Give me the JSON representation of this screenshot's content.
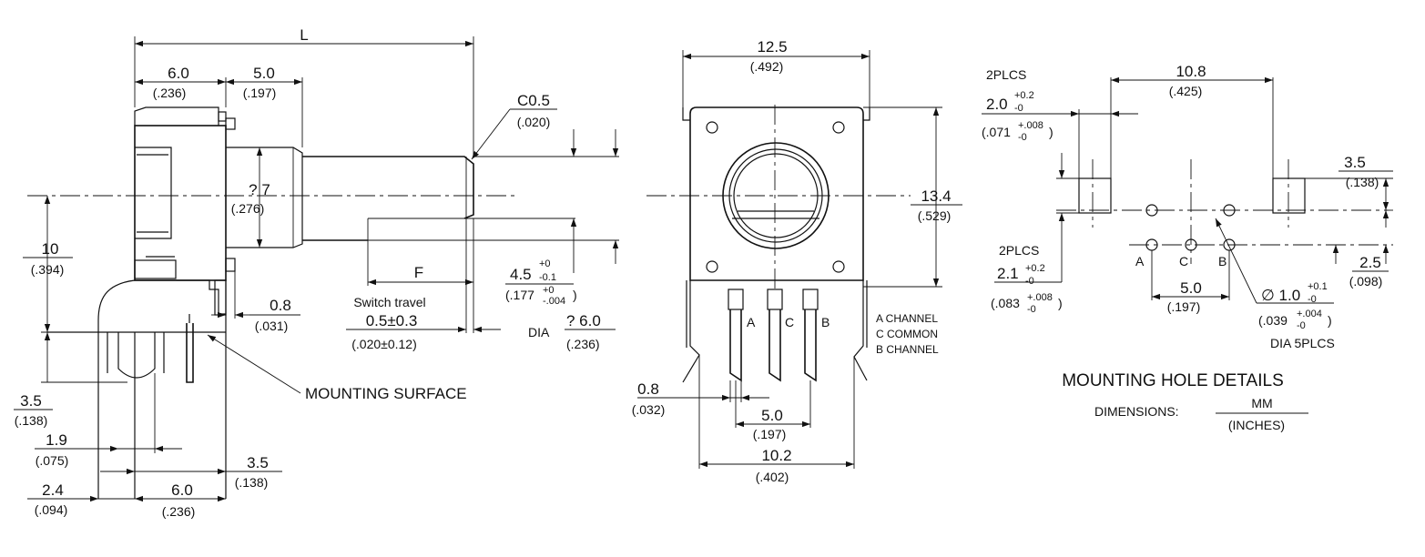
{
  "side_view": {
    "L": "L",
    "d6_0_top": "6.0",
    "d6_0_top_in": "(.236)",
    "d5_0_top": "5.0",
    "d5_0_top_in": "(.197)",
    "c0_5": "C0.5",
    "c0_5_in": "(.020)",
    "shaft_dia": "? 7",
    "shaft_dia_in": "(.276)",
    "d10": "10",
    "d10_in": "(.394)",
    "d0_8": "0.8",
    "d0_8_in": "(.031)",
    "F": "F",
    "switch_travel": "Switch travel",
    "travel": "0.5±0.3",
    "travel_in": "(.020±0.12)",
    "d4_5": "4.5",
    "d4_5_sup": "+0",
    "d4_5_sub": "-0.1",
    "d4_5_in": "(.177",
    "d4_5_in_sup": "+0",
    "d4_5_in_sub": "-.004",
    "d4_5_in_close": ")",
    "dia_label": "DIA",
    "dia6_0": "? 6.0",
    "dia6_0_in": "(.236)",
    "mounting_surface": "MOUNTING SURFACE",
    "d3_5_left": "3.5",
    "d3_5_left_in": "(.138)",
    "d1_9": "1.9",
    "d1_9_in": "(.075)",
    "d2_4": "2.4",
    "d2_4_in": "(.094)",
    "d6_0_bot": "6.0",
    "d6_0_bot_in": "(.236)",
    "d3_5_right": "3.5",
    "d3_5_right_in": "(.138)"
  },
  "front_view": {
    "d12_5": "12.5",
    "d12_5_in": "(.492)",
    "d13_4": "13.4",
    "d13_4_in": "(.529)",
    "pin_a": "A",
    "pin_c": "C",
    "pin_b": "B",
    "legend": [
      "A CHANNEL",
      "C COMMON",
      "B CHANNEL"
    ],
    "d0_8": "0.8",
    "d0_8_in": "(.032)",
    "d5_0": "5.0",
    "d5_0_in": "(.197)",
    "d10_2": "10.2",
    "d10_2_in": "(.402)"
  },
  "hole_details": {
    "plcs2_top": "2PLCS",
    "d2_0": "2.0",
    "d2_0_sup": "+0.2",
    "d2_0_sub": "-0",
    "d2_0_in": "(.071",
    "d2_0_in_sup": "+.008",
    "d2_0_in_sub": "-0",
    "d2_0_in_close": ")",
    "d10_8": "10.8",
    "d10_8_in": "(.425)",
    "d3_5": "3.5",
    "d3_5_in": "(.138)",
    "plcs2_bot": "2PLCS",
    "d2_1": "2.1",
    "d2_1_sup": "+0.2",
    "d2_1_sub": "-0",
    "d2_1_in": "(.083",
    "d2_1_in_sup": "+.008",
    "d2_1_in_sub": "-0",
    "d2_1_in_close": ")",
    "hole_a": "A",
    "hole_c": "C",
    "hole_b": "B",
    "d5_0": "5.0",
    "d5_0_in": "(.197)",
    "d2_5": "2.5",
    "d2_5_in": "(.098)",
    "d1_0": "∅ 1.0",
    "d1_0_sup": "+0.1",
    "d1_0_sub": "-0",
    "d1_0_in": "(.039",
    "d1_0_in_sup": "+.004",
    "d1_0_in_sub": "-0",
    "d1_0_in_close": ")",
    "dia_5plcs": "DIA 5PLCS",
    "title": "MOUNTING HOLE DETAILS",
    "dims_label": "DIMENSIONS:",
    "dims_unit": "MM",
    "dims_unit_in": "(INCHES)"
  }
}
